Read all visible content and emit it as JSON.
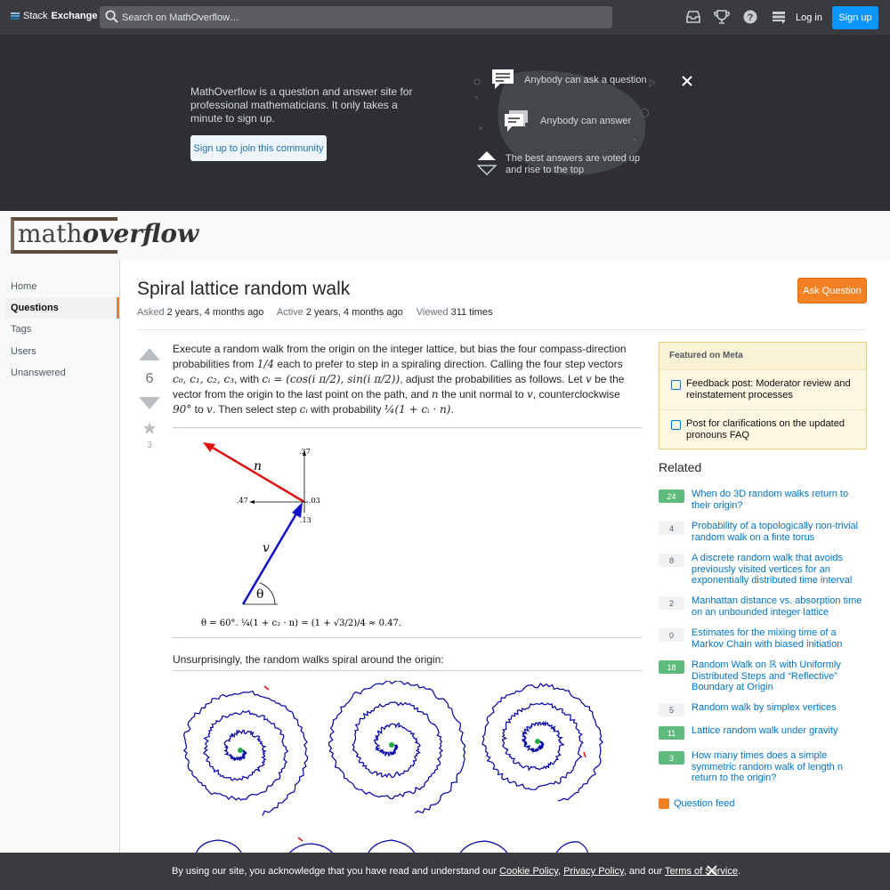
{
  "topbar": {
    "logo_stack": "Stack",
    "logo_exchange": "Exchange",
    "search_placeholder": "Search on MathOverflow…",
    "login_label": "Log in",
    "signup_label": "Sign up"
  },
  "hero": {
    "text": "MathOverflow is a question and answer site for professional mathematicians. It only takes a minute to sign up.",
    "join_label": "Sign up to join this community",
    "features": [
      "Anybody can ask a question",
      "Anybody can answer",
      "The best answers are voted up and rise to the top"
    ]
  },
  "brand": {
    "logo_plain": "math",
    "logo_bold": "overflow"
  },
  "sidebar": {
    "items": [
      {
        "label": "Home"
      },
      {
        "label": "Questions"
      },
      {
        "label": "Tags"
      },
      {
        "label": "Users"
      },
      {
        "label": "Unanswered"
      }
    ]
  },
  "question": {
    "title": "Spiral lattice random walk",
    "asked_label": "Asked",
    "asked_value": "2 years, 4 months ago",
    "active_label": "Active",
    "active_value": "2 years, 4 months ago",
    "viewed_label": "Viewed",
    "viewed_value": "311 times",
    "ask_button": "Ask Question",
    "score": "6",
    "favorites": "3",
    "body_intro": "Execute a random walk from the origin on the integer lattice, but bias the four compass-direction probabilities from",
    "body_frac": "1/4",
    "body_mid1": "each to prefer to step in a spiraling direction. Calling the four step vectors",
    "body_vectors": "c₀, c₁, c₂, c₃",
    "body_with": ", with",
    "body_formula": "cᵢ = (cos(i π/2), sin(i π/2))",
    "body_mid2": ", adjust the probabilities as follows. Let",
    "body_v": "v",
    "body_mid3": "be the vector from the origin to the last point on the path, and",
    "body_n": "n",
    "body_mid4": "the unit normal to",
    "body_v2": "v",
    "body_mid5": ", counterclockwise",
    "body_angle": "90°",
    "body_mid6": "to",
    "body_v3": "v",
    "body_mid7": ". Then select step",
    "body_ci": "cᵢ",
    "body_mid8": "with probability",
    "body_prob": "¼(1 + cᵢ · n)",
    "body_end": ".",
    "diagram": {
      "n_label": "n",
      "v_label": "v",
      "theta_label": "θ",
      "p_top": ".37",
      "p_left": ".47",
      "p_right": ".03",
      "p_bottom": ".13",
      "caption": "θ = 60°. ¼(1 + c₂ · n) = (1 + √3/2)/4 ≈ 0.47."
    },
    "body_second": "Unsurprisingly, the random walks spiral around the origin:"
  },
  "featured_meta": {
    "heading": "Featured on Meta",
    "items": [
      "Feedback post: Moderator review and reinstatement processes",
      "Post for clarifications on the updated pronouns FAQ"
    ]
  },
  "related": {
    "heading": "Related",
    "items": [
      {
        "score": "24",
        "accepted": true,
        "title": "When do 3D random walks return to their origin?"
      },
      {
        "score": "4",
        "accepted": false,
        "title": "Probability of a topologically non-trivial random walk on a finte torus"
      },
      {
        "score": "8",
        "accepted": false,
        "title": "A discrete random walk that avoids previously visited vertices for an exponentially distributed time interval"
      },
      {
        "score": "2",
        "accepted": false,
        "title": "Manhattan distance vs. absorption time on an unbounded integer lattice"
      },
      {
        "score": "0",
        "accepted": false,
        "title": "Estimates for the mixing time of a Markov Chain with biased initiation"
      },
      {
        "score": "18",
        "accepted": true,
        "title": "Random Walk on ℝ with Uniformly Distributed Steps and “Reflective” Boundary at Origin"
      },
      {
        "score": "5",
        "accepted": false,
        "title": "Random walk by simplex vertices"
      },
      {
        "score": "11",
        "accepted": true,
        "title": "Lattice random walk under gravity"
      },
      {
        "score": "3",
        "accepted": true,
        "title": "How many times does a simple symmetric random walk of length n return to the origin?"
      }
    ],
    "feed_label": "Question feed"
  },
  "cookie": {
    "prefix": "By using our site, you acknowledge that you have read and understand our",
    "cookie_policy": "Cookie Policy",
    "sep1": ",",
    "privacy_policy": "Privacy Policy",
    "sep2": ", and our",
    "terms": "Terms of Service",
    "end": "."
  },
  "colors": {
    "accent": "#f48225",
    "link": "#0074cc",
    "accepted": "#5eba7d",
    "walk": "#0000aa",
    "arrow_red": "#dd1111"
  }
}
